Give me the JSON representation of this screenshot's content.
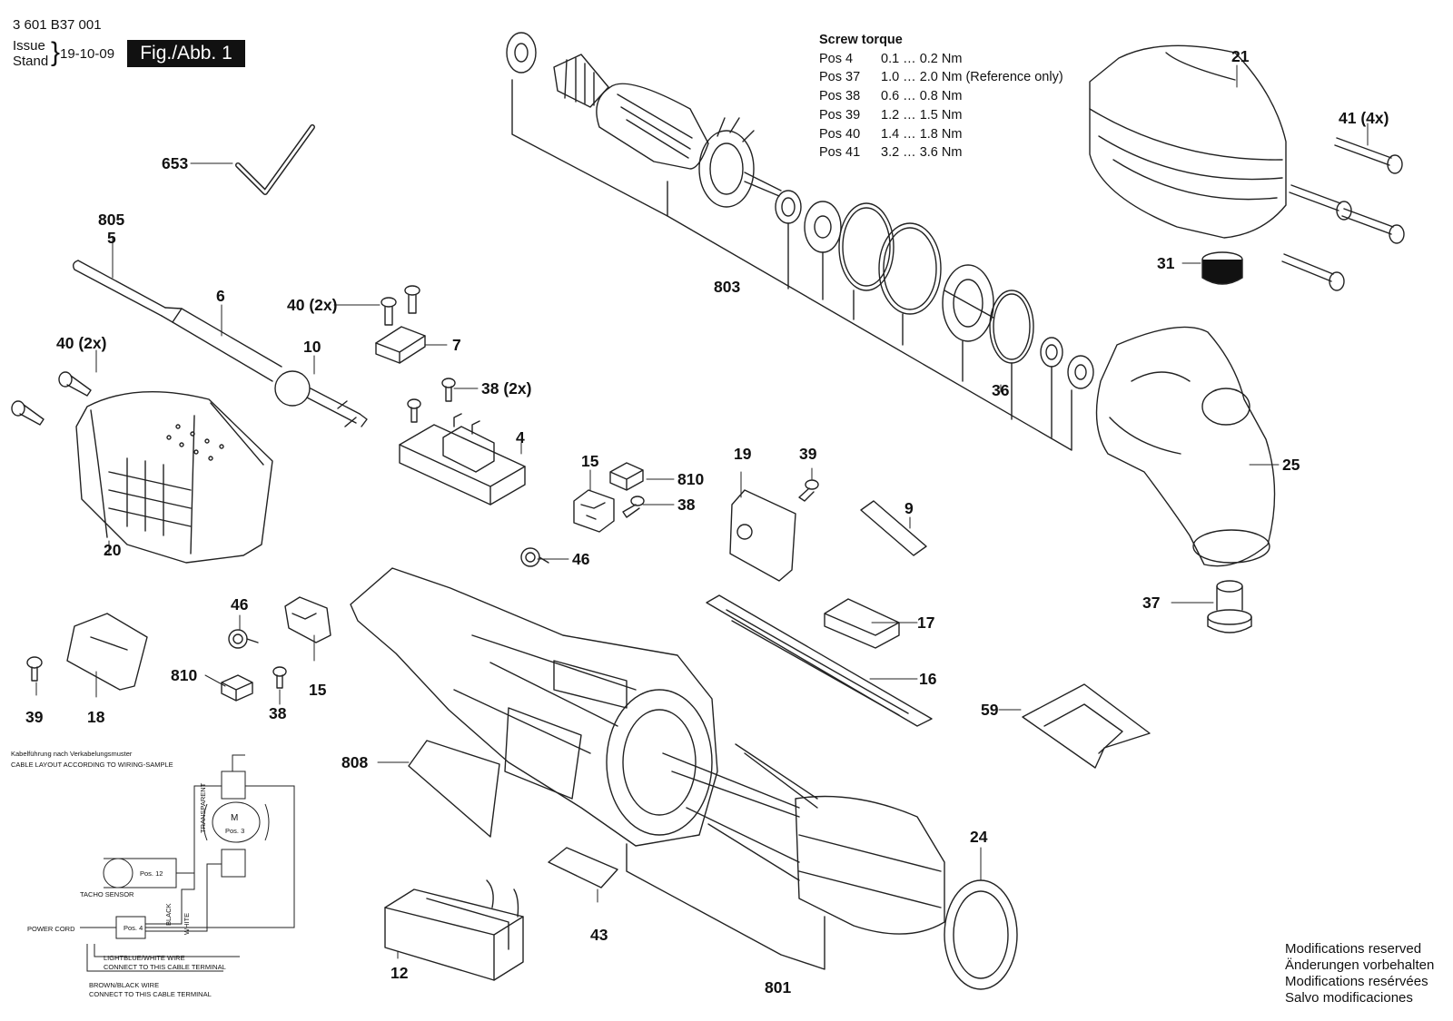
{
  "header": {
    "doc_number": "3 601 B37 001",
    "issue_line1": "Issue",
    "issue_line2": "Stand",
    "issue_date": "19-10-09",
    "figure_label": "Fig./Abb. 1"
  },
  "screw_torque": {
    "title": "Screw torque",
    "rows": [
      {
        "pos": "Pos 4",
        "value": "0.1 … 0.2 Nm"
      },
      {
        "pos": "Pos 37",
        "value": "1.0 … 2.0 Nm (Reference only)"
      },
      {
        "pos": "Pos 38",
        "value": "0.6 … 0.8 Nm"
      },
      {
        "pos": "Pos 39",
        "value": "1.2 … 1.5 Nm"
      },
      {
        "pos": "Pos 40",
        "value": "1.4 … 1.8 Nm"
      },
      {
        "pos": "Pos 41",
        "value": "3.2 … 3.6 Nm"
      }
    ]
  },
  "part_labels": {
    "p653": "653",
    "p805": "805",
    "p5": "5",
    "p6": "6",
    "p40a": "40 (2x)",
    "p40b": "40 (2x)",
    "p7": "7",
    "p10": "10",
    "p38a": "38 (2x)",
    "p4": "4",
    "p20": "20",
    "p15a": "15",
    "p810a": "810",
    "p38b": "38",
    "p46a": "46",
    "p803": "803",
    "p21": "21",
    "p41": "41 (4x)",
    "p31": "31",
    "p36": "36",
    "p25": "25",
    "p19": "19",
    "p39a": "39",
    "p9": "9",
    "p37": "37",
    "p17": "17",
    "p16": "16",
    "p59": "59",
    "p46b": "46",
    "p810b": "810",
    "p15b": "15",
    "p38c": "38",
    "p39b": "39",
    "p18": "18",
    "p808": "808",
    "p24": "24",
    "p43": "43",
    "p12": "12",
    "p801": "801"
  },
  "wiring": {
    "title_de": "Kabelführung nach Verkabelungsmuster",
    "title_en": "CABLE LAYOUT ACCORDING TO WIRING-SAMPLE",
    "motor_m": "M",
    "motor_pos": "Pos. 3",
    "sensor_pos": "Pos. 12",
    "switch_pos": "Pos. 4",
    "tacho": "TACHO SENSOR",
    "power_cord": "POWER CORD",
    "transparent": "TRANSPARENT",
    "black": "BLACK",
    "white": "WHITE",
    "note1_line1": "LIGHTBLUE/WHITE WIRE",
    "note1_line2": "CONNECT TO THIS CABLE TERMINAL",
    "note2_line1": "BROWN/BLACK WIRE",
    "note2_line2": "CONNECT TO THIS CABLE TERMINAL"
  },
  "modifications": [
    "Modifications reserved",
    "Änderungen vorbehalten",
    "Modifications resérvées",
    "Salvo modificaciones"
  ]
}
